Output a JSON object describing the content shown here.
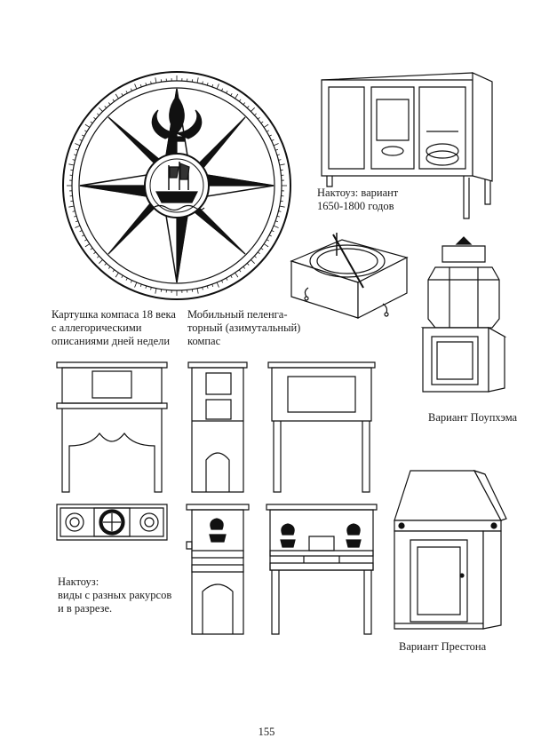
{
  "captions": {
    "compass_card": "Картушка компаса 18 века\nс аллегорическими\nописаниями дней недели",
    "bearing_compass": "Мобильный пеленга-\nторный (азимутальный)\nкомпас",
    "binnacle_cabinet": "Нактоуз: вариант\n1650-1800 годов",
    "poupham": "Вариант Поупхэма",
    "binnacle_views": "Нактоуз:\nвиды с разных ракурсов\nи в разрезе.",
    "preston": "Вариант Престона"
  },
  "page_number": "155"
}
